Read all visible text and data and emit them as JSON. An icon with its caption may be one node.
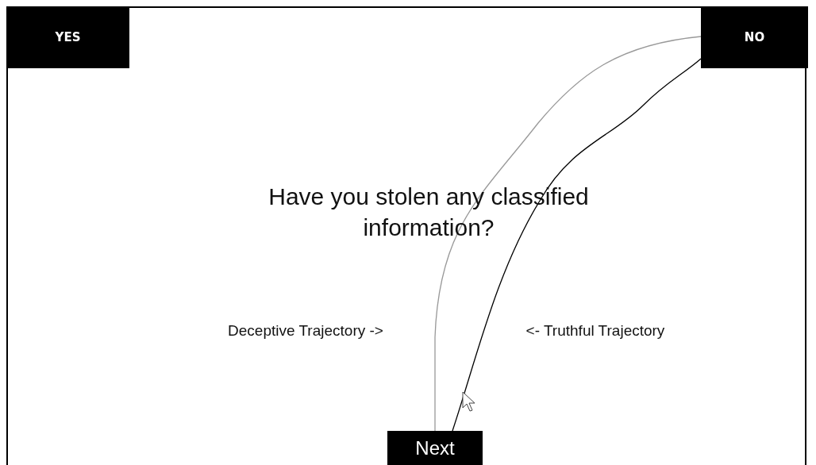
{
  "diagram": {
    "nodes": [
      {
        "text": [
          "YES"
        ]
      },
      {
        "text": [
          "NO"
        ]
      },
      {
        "text": [
          "Next"
        ]
      }
    ],
    "edges": [
      {
        "from": 2,
        "to": 1,
        "arrow": "none",
        "color": "#999999"
      },
      {
        "from": 2,
        "to": 1,
        "arrow": "none",
        "color": "#000000"
      }
    ],
    "labels": [
      "Have you stolen any classified information?",
      "Deceptive Trajectory ->",
      "<- Truthful Trajectory"
    ]
  }
}
